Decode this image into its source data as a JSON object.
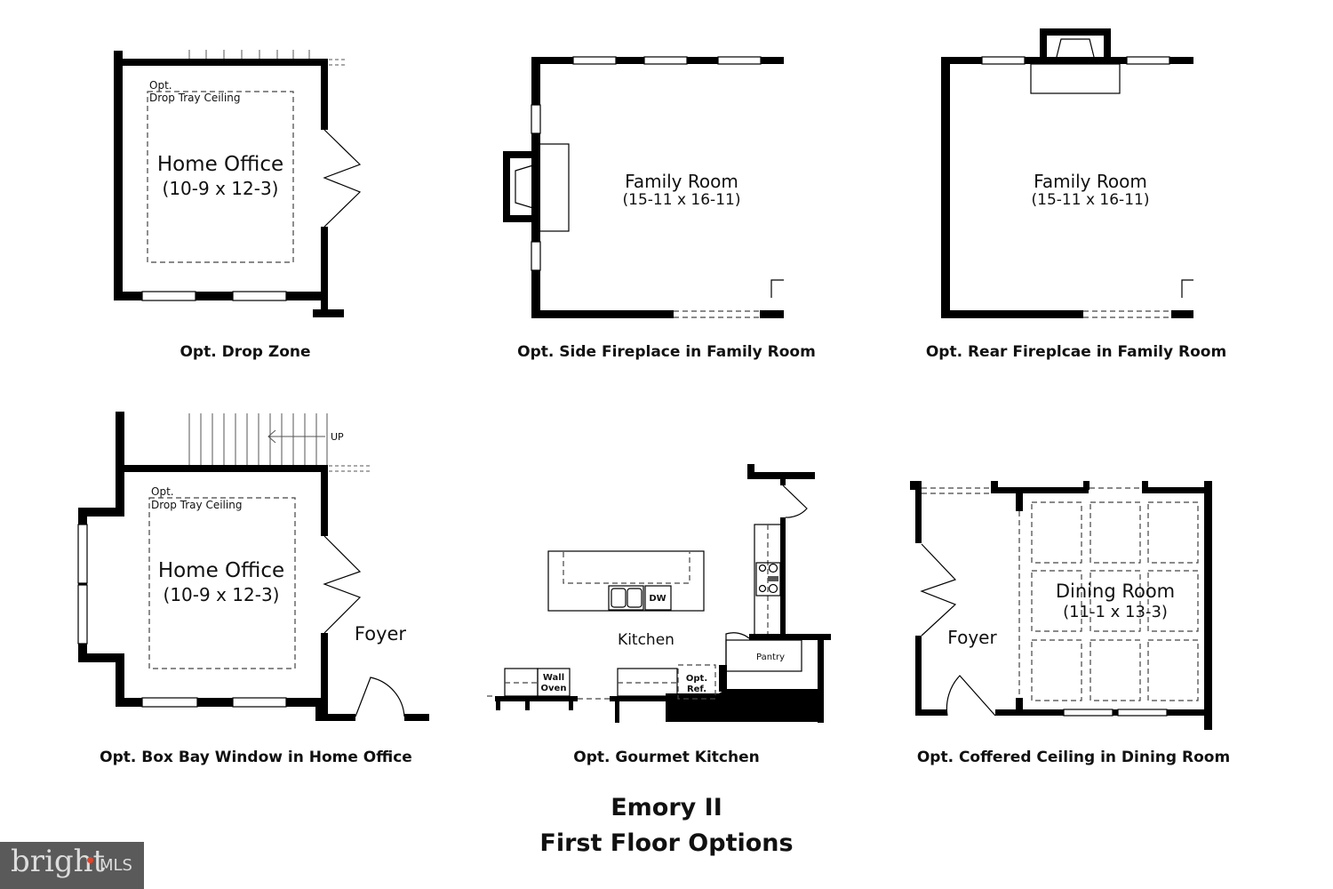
{
  "plans": [
    {
      "caption": "Opt. Drop Zone",
      "room": "Home Office",
      "dims": "(10-9 x 12-3)",
      "note1": "Opt.",
      "note2": "Drop Tray Ceiling"
    },
    {
      "caption": "Opt. Side Fireplace in Family Room",
      "room": "Family Room",
      "dims": "(15-11 x 16-11)"
    },
    {
      "caption": "Opt. Rear Fireplcae in Family Room",
      "room": "Family Room",
      "dims": "(15-11 x 16-11)"
    },
    {
      "caption": "Opt. Box Bay Window in Home Office",
      "room": "Home Office",
      "dims": "(10-9 x 12-3)",
      "note1": "Opt.",
      "note2": "Drop Tray Ceiling",
      "foyer": "Foyer",
      "stairs": "UP"
    },
    {
      "caption": "Opt. Gourmet Kitchen",
      "room": "Kitchen",
      "pantry": "Pantry",
      "dw": "DW",
      "oven1": "Wall",
      "oven2": "Oven",
      "ref1": "Opt.",
      "ref2": "Ref."
    },
    {
      "caption": "Opt. Coffered Ceiling in Dining Room",
      "room": "Dining Room",
      "dims": "(11-1 x 13-3)",
      "foyer": "Foyer"
    }
  ],
  "title": {
    "line1": "Emory II",
    "line2": "First Floor Options"
  },
  "logo": {
    "brand": "bright",
    "suffix": "MLS",
    "accent": "#e0452b"
  }
}
